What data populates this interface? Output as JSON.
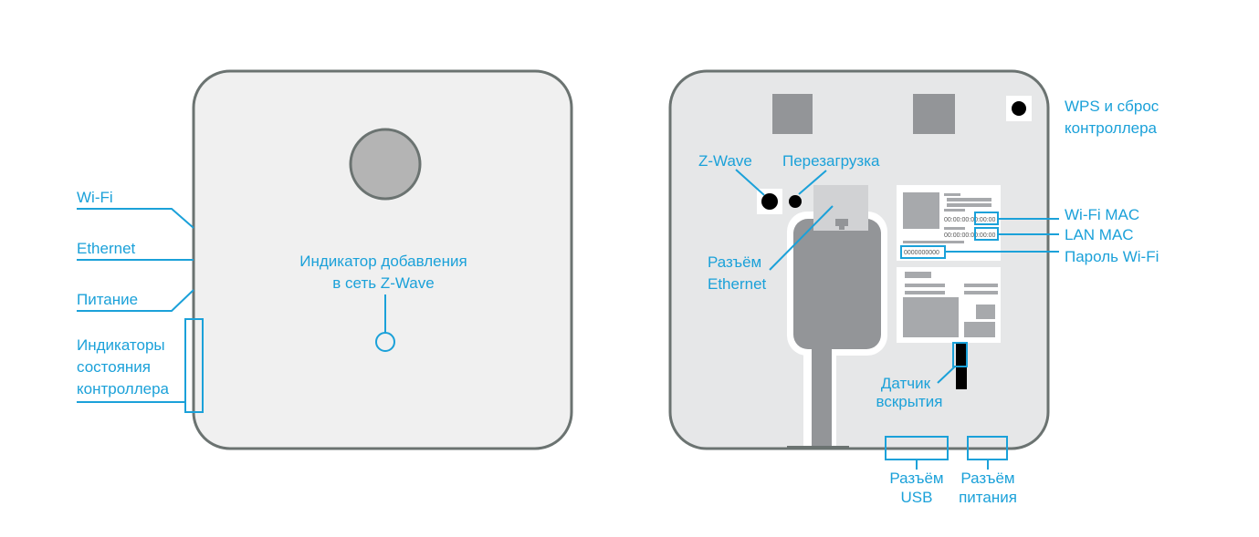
{
  "colors": {
    "accent": "#1ba1d9",
    "outline": "#6b7371",
    "front_fill": "#f0f0f0",
    "back_fill": "#e6e7e8"
  },
  "front": {
    "indicator_label": [
      "Индикатор добавления",
      "в сеть Z-Wave"
    ],
    "side_labels": {
      "wifi": "Wi-Fi",
      "ethernet": "Ethernet",
      "power": "Питание",
      "status": [
        "Индикаторы",
        "состояния",
        "контроллера"
      ]
    }
  },
  "back": {
    "wps": [
      "WPS и сброс",
      "контроллера"
    ],
    "zwave": "Z-Wave",
    "reboot": "Перезагрузка",
    "ethernet_port": [
      "Разъём",
      "Ethernet"
    ],
    "sticker": {
      "mac1": "00:00:00:00:00:00",
      "mac2": "00:00:00:00:00:00",
      "password": "0000000000"
    },
    "wifi_mac": "Wi-Fi MAC",
    "lan_mac": "LAN MAC",
    "wifi_password": "Пароль Wi-Fi",
    "tamper": [
      "Датчик",
      "вскрытия"
    ],
    "usb": [
      "Разъём",
      "USB"
    ],
    "power_port": [
      "Разъём",
      "питания"
    ]
  }
}
